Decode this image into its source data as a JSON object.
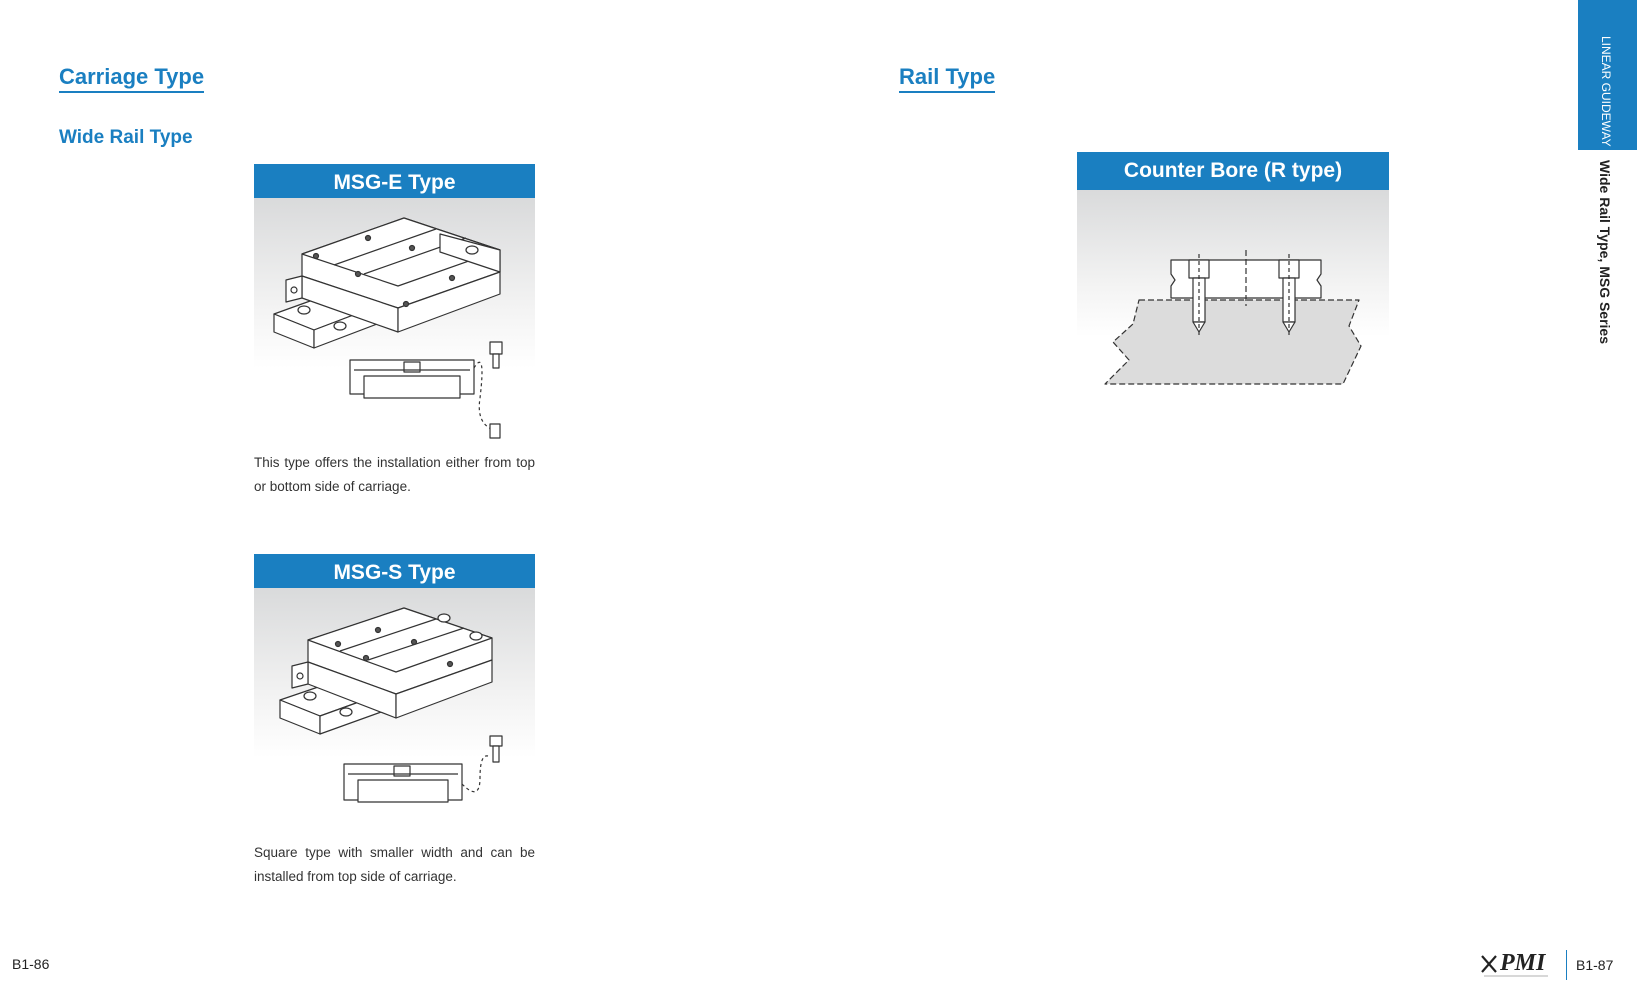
{
  "left": {
    "section_title": "Carriage Type",
    "subsection_title": "Wide Rail Type",
    "cards": [
      {
        "title": "MSG-E Type",
        "description": "This type offers the installation either from top or bottom side of carriage."
      },
      {
        "title": "MSG-S Type",
        "description": "Square type with smaller width and can be installed from top side of carriage."
      }
    ],
    "page_number": "B1-86"
  },
  "right": {
    "section_title": "Rail Type",
    "card": {
      "title": "Counter Bore (R type)"
    },
    "page_number": "B1-87"
  },
  "sidebar": {
    "category": "LINEAR GUIDEWAY",
    "series": "Wide Rail Type, MSG Series"
  },
  "logo": {
    "text": "PMI",
    "icon": "pmi-logo-icon"
  },
  "colors": {
    "accent": "#1a7fc1"
  }
}
